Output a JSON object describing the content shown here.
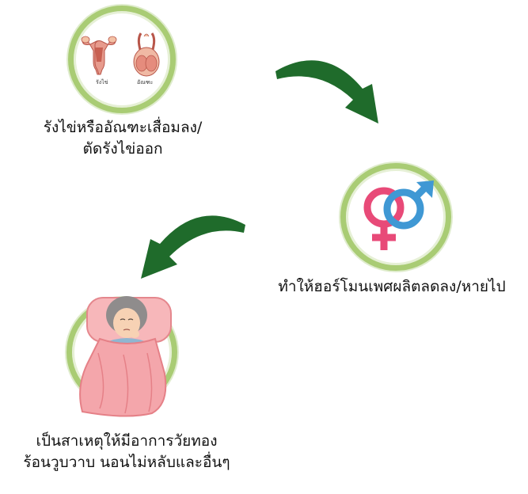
{
  "steps": [
    {
      "caption_line1": "รังไข่หรืออัณฑะเสื่อมลง/",
      "caption_line2": "ตัดรังไข่ออก",
      "icon_labels": [
        "รังไข่",
        "อัณฑะ"
      ]
    },
    {
      "caption_line1": "ทำให้ฮอร์โมนเพศผลิตลดลง/หายไป"
    },
    {
      "caption_line1": "เป็นสาเหตุให้มีอาการวัยทอง",
      "caption_line2": "ร้อนวูบวาบ นอนไม่หลับและอื่นๆ"
    }
  ],
  "colors": {
    "ring": "#a9cc74",
    "arrow": "#1f6b2b",
    "female": "#e84a78",
    "male": "#3f98d4",
    "blanket": "#f4a6ab"
  },
  "icons": {
    "step1": "reproductive-organs-icon",
    "step2": "gender-symbols-icon",
    "step3": "sick-woman-in-bed-icon"
  }
}
